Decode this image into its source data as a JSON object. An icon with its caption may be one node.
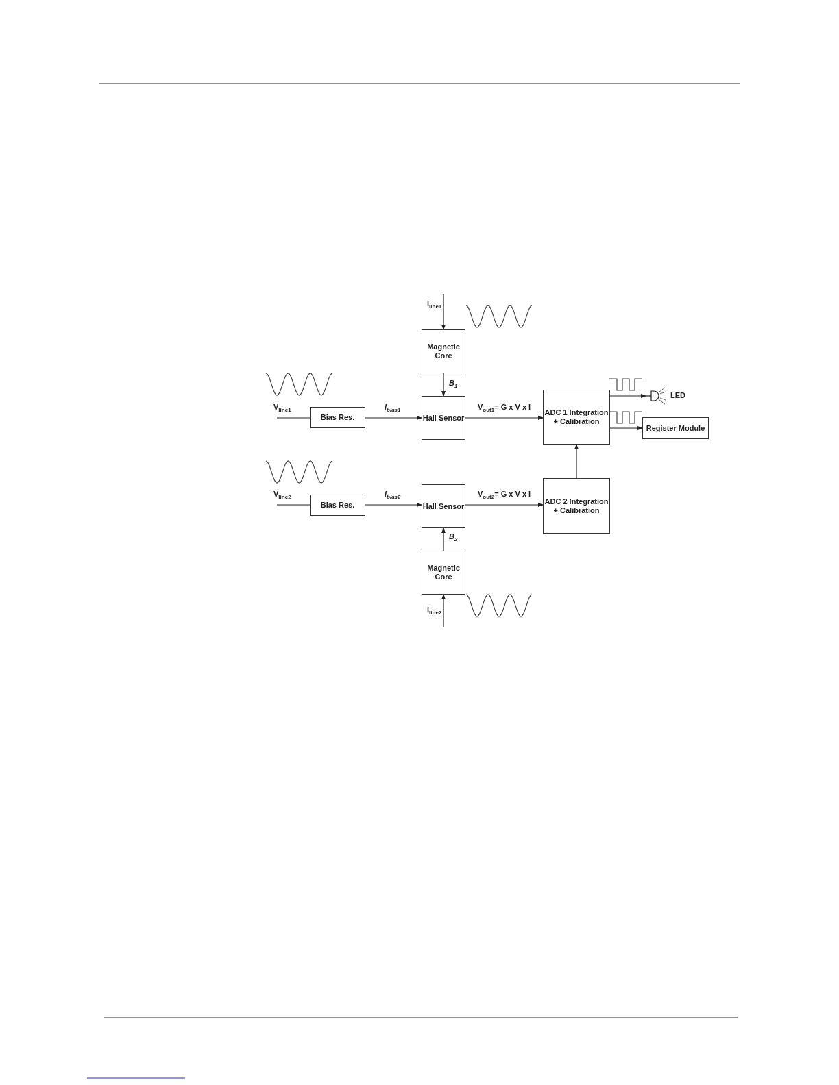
{
  "diagram": {
    "nodes": [
      {
        "text": [
          "Magnetic Core"
        ]
      },
      {
        "text": [
          "Bias Res."
        ]
      },
      {
        "text": [
          "Hall Sensor"
        ]
      },
      {
        "text": [
          "ADC 1 Integration + Calibration"
        ]
      },
      {
        "text": [],
        "shape": "diode",
        "beside": [
          "LED"
        ]
      },
      {
        "text": [
          "Register Module"
        ]
      },
      {
        "text": [
          "Bias Res."
        ]
      },
      {
        "text": [
          "Hall Sensor"
        ]
      },
      {
        "text": [
          "ADC 2 Integration + Calibration"
        ]
      },
      {
        "text": [
          "Magnetic Core"
        ]
      }
    ],
    "edges": [
      {
        "from": null,
        "to": 0,
        "arrow": "to",
        "label": "I$_{line1}$"
      },
      {
        "from": 0,
        "to": 2,
        "arrow": "to",
        "label": "B$_{1}$"
      },
      {
        "from": null,
        "to": 1,
        "arrow": "none",
        "label": "V$_{line1}$"
      },
      {
        "from": 1,
        "to": 2,
        "arrow": "to",
        "label": "I$_{bias1}$"
      },
      {
        "from": 2,
        "to": 3,
        "arrow": "to",
        "label": "V$_{out1}$= G x V x I"
      },
      {
        "from": 3,
        "to": 4,
        "arrow": "to"
      },
      {
        "from": 3,
        "to": 5,
        "arrow": "to"
      },
      {
        "from": null,
        "to": 6,
        "arrow": "none",
        "label": "V$_{line2}$"
      },
      {
        "from": 6,
        "to": 7,
        "arrow": "to",
        "label": "I$_{bias2}$"
      },
      {
        "from": 9,
        "to": 7,
        "arrow": "to",
        "label": "B$_{2}$"
      },
      {
        "from": null,
        "to": 9,
        "arrow": "to",
        "label": "I$_{line2}$"
      },
      {
        "from": 7,
        "to": 8,
        "arrow": "to",
        "label": "V$_{out2}$= G x V x I"
      },
      {
        "from": 8,
        "to": 3,
        "arrow": "to"
      }
    ]
  }
}
